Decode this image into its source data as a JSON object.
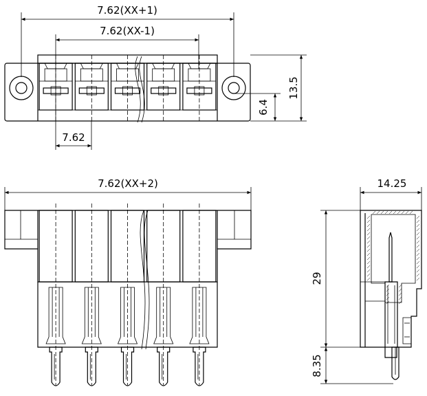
{
  "dimensions": {
    "top_overall_width": "7.62(XX+1)",
    "top_inner_width": "7.62(XX-1)",
    "top_pitch": "7.62",
    "top_height_total": "13.5",
    "top_height_partial": "6.4",
    "front_overall_width": "7.62(XX+2)",
    "side_width": "14.25",
    "side_height_body": "29",
    "side_height_pin": "8.35"
  },
  "drawing": {
    "pole_count": 5,
    "line_color": "#000000",
    "background": "#ffffff"
  }
}
